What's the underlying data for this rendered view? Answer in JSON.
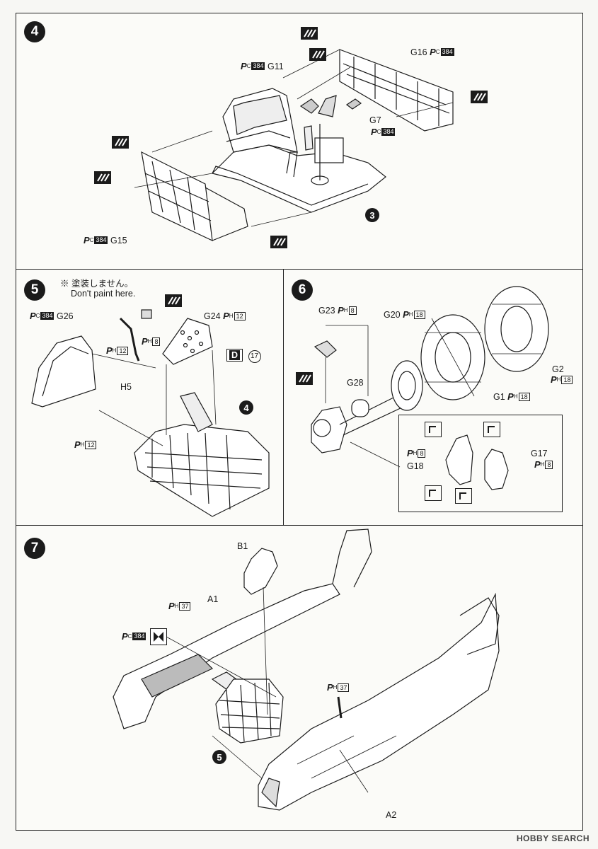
{
  "steps": {
    "s4": {
      "number": "4",
      "labels": {
        "g11": "G11",
        "g11_paint": "384",
        "g16": "G16",
        "g16_paint": "384",
        "g7": "G7",
        "g7_paint": "384",
        "g15": "G15",
        "g15_paint": "384",
        "ref3": "3"
      }
    },
    "s5": {
      "number": "5",
      "note_jp": "※ 塗装しません。",
      "note_en": "Don't paint here.",
      "labels": {
        "g26": "G26",
        "g26_paint": "384",
        "g24": "G24",
        "g24_paint": "12",
        "h5": "H5",
        "ph8": "8",
        "ph12a": "12",
        "ph12b": "12",
        "decal_letter": "D",
        "decal_num": "17",
        "ref4": "4"
      }
    },
    "s6": {
      "number": "6",
      "labels": {
        "g23": "G23",
        "g23_paint": "8",
        "g20": "G20",
        "g20_paint": "18",
        "g28": "G28",
        "g1": "G1",
        "g1_paint": "18",
        "g2": "G2",
        "g2_paint": "18",
        "g18": "G18",
        "g18_paint": "8",
        "g17": "G17",
        "g17_paint": "8"
      }
    },
    "s7": {
      "number": "7",
      "labels": {
        "b1": "B1",
        "a1": "A1",
        "a2": "A2",
        "ph37a": "37",
        "ph37b": "37",
        "pc384": "384",
        "ref5": "5"
      }
    }
  },
  "paint_prefix": {
    "p": "P",
    "c": "C",
    "h": "H"
  },
  "watermark": "HOBBY SEARCH"
}
